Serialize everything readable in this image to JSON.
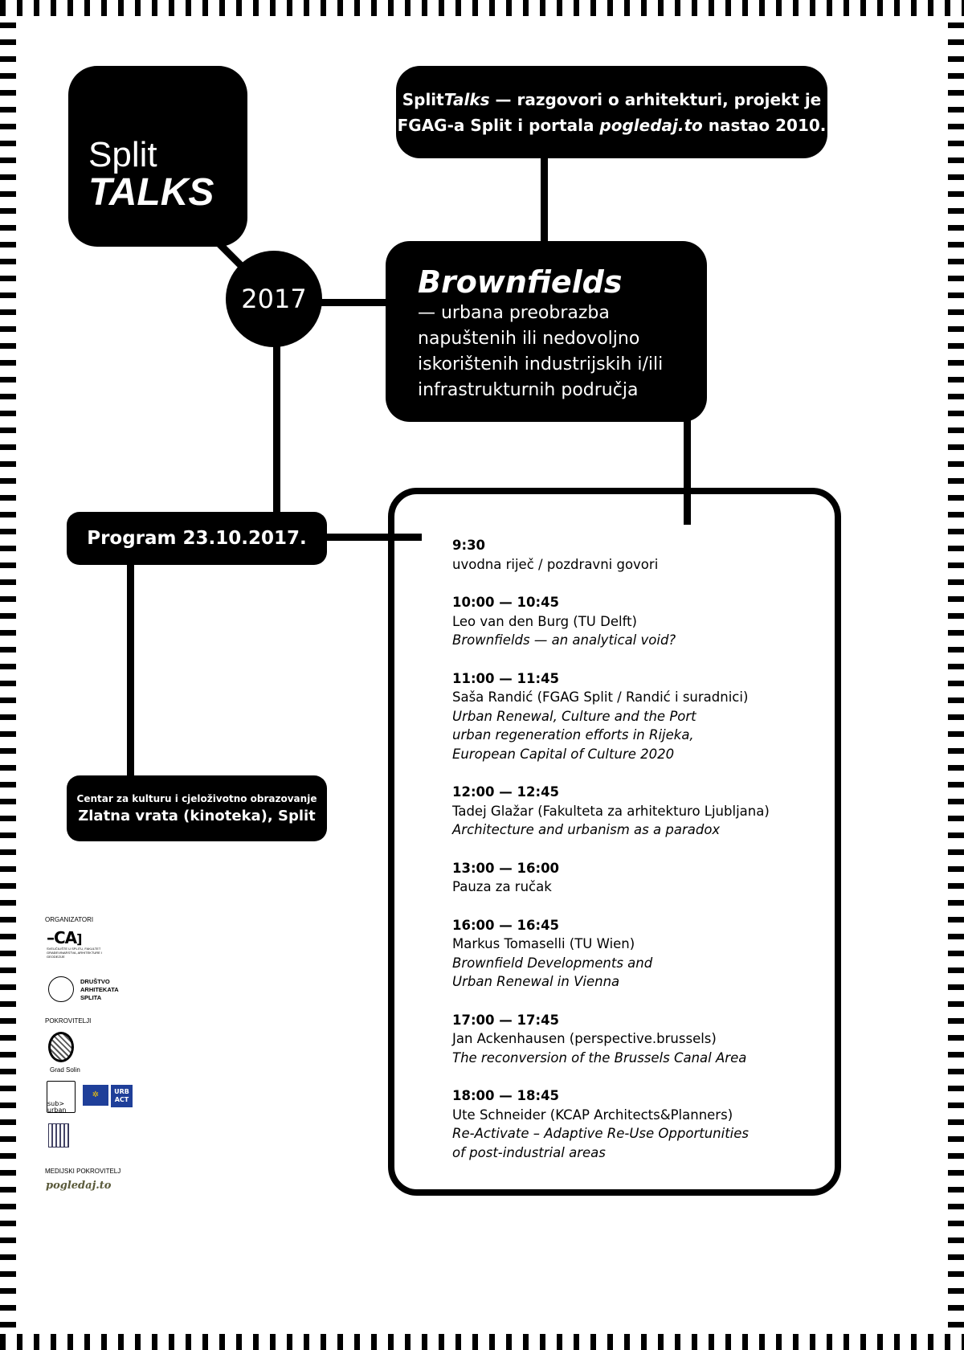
{
  "logo": {
    "line1": "Split",
    "line2": "TALKS"
  },
  "year": "2017",
  "intro": {
    "line1_a": "Split",
    "line1_b": "Talks",
    "line1_c": " — razgovori o arhitekturi, projekt je",
    "line2_a": "FGAG-a Split i portala ",
    "line2_b": "pogledaj.to",
    "line2_c": " nastao 2010."
  },
  "topic": {
    "title": "Brownfields",
    "lines": [
      "— urbana preobrazba",
      "napuštenih ili nedovoljno",
      "iskorištenih industrijskih i/ili",
      "infrastrukturnih područja"
    ]
  },
  "program": "Program 23.10.2017.",
  "venue": {
    "line1": "Centar za kulturu i cjeloživotno obrazovanje",
    "line2": "Zlatna vrata (kinoteka), Split"
  },
  "schedule": [
    {
      "time": "9:30",
      "lines": [
        "uvodna riječ / pozdravni govori"
      ],
      "italic": []
    },
    {
      "time": "10:00 — 10:45",
      "lines": [
        "Leo van den Burg (TU Delft)"
      ],
      "italic": [
        "Brownfields — an analytical void?"
      ]
    },
    {
      "time": "11:00 — 11:45",
      "lines": [
        "Saša Randić (FGAG Split / Randić i suradnici)"
      ],
      "italic": [
        "Urban Renewal, Culture and the Port",
        "urban regeneration efforts in Rijeka,",
        "European Capital of Culture 2020"
      ]
    },
    {
      "time": "12:00 — 12:45",
      "lines": [
        "Tadej Glažar (Fakulteta za arhitekturo Ljubljana)"
      ],
      "italic": [
        "Architecture and urbanism as a paradox"
      ]
    },
    {
      "time": "13:00 — 16:00",
      "lines": [
        "Pauza za ručak"
      ],
      "italic": []
    },
    {
      "time": "16:00 — 16:45",
      "lines": [
        "Markus Tomaselli (TU Wien)"
      ],
      "italic": [
        "Brownfield Developments and",
        "Urban Renewal in Vienna"
      ]
    },
    {
      "time": "17:00 — 17:45",
      "lines": [
        "Jan Ackenhausen (perspective.brussels)"
      ],
      "italic": [
        "The reconversion of the Brussels Canal Area"
      ]
    },
    {
      "time": "18:00 — 18:45",
      "lines": [
        "Ute Schneider (KCAP Architects&Planners)"
      ],
      "italic": [
        "Re-Activate – Adaptive Re-Use Opportunities",
        "of post-industrial areas"
      ]
    }
  ],
  "sponsors": {
    "organizers_label": "ORGANIZATORI",
    "fgag_text": "SVEUČILIŠTE U SPLITU, FAKULTET GRAĐEVINARSTVA, ARHITEKTURE I GEODEZIJE",
    "das": [
      "DRUŠTVO",
      "ARHITEKATA",
      "SPLITA"
    ],
    "patrons_label": "POKROVITELJI",
    "solin": "Grad Solin",
    "suburban": "sub> urban",
    "urbact": "URB ACT",
    "media_label": "MEDIJSKI POKROVITELJ",
    "media": "pogledaj.to"
  }
}
